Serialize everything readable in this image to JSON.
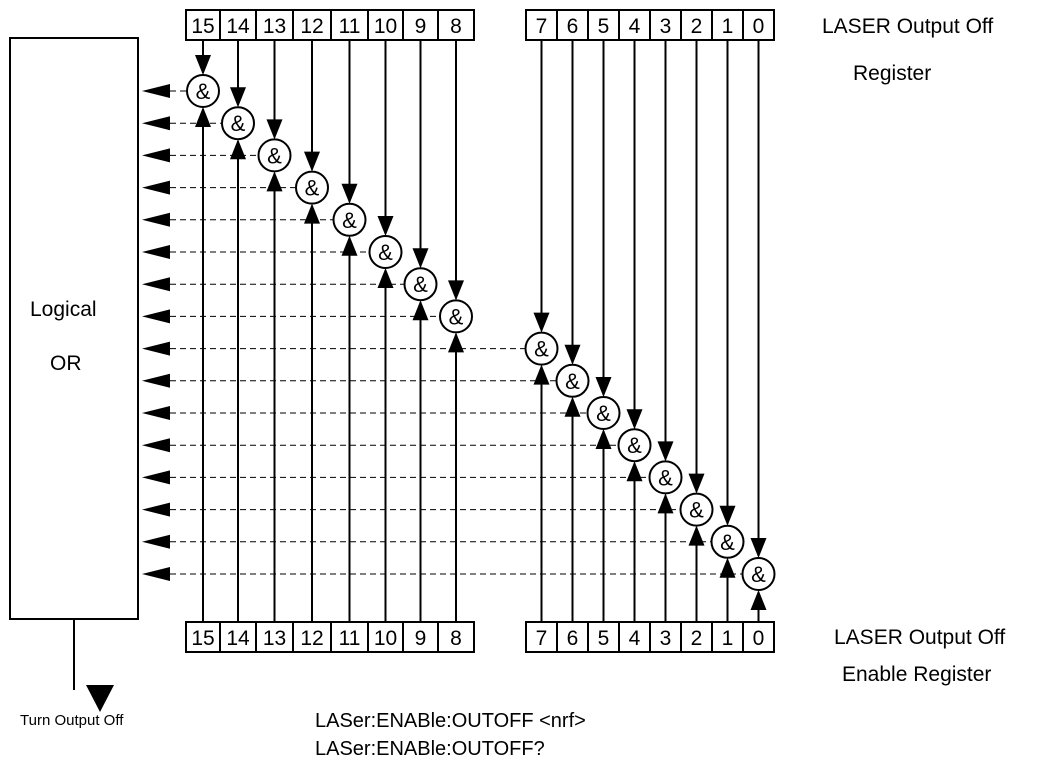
{
  "output_register": {
    "title_line1": "LASER Output Off",
    "title_line2": "Register",
    "bits_high": [
      "15",
      "14",
      "13",
      "12",
      "11",
      "10",
      "9",
      "8"
    ],
    "bits_low": [
      "7",
      "6",
      "5",
      "4",
      "3",
      "2",
      "1",
      "0"
    ]
  },
  "enable_register": {
    "title_line1": "LASER Output Off",
    "title_line2": "Enable Register",
    "bits_high": [
      "15",
      "14",
      "13",
      "12",
      "11",
      "10",
      "9",
      "8"
    ],
    "bits_low": [
      "7",
      "6",
      "5",
      "4",
      "3",
      "2",
      "1",
      "0"
    ]
  },
  "logic": {
    "gate_symbol": "&",
    "or_line1": "Logical",
    "or_line2": "OR",
    "output_label": "Turn Output Off"
  },
  "commands": {
    "set": "LASer:ENABle:OUTOFF <nrf>",
    "query": "LASer:ENABle:OUTOFF?"
  },
  "colors": {
    "stroke": "#000000",
    "background": "#ffffff"
  }
}
